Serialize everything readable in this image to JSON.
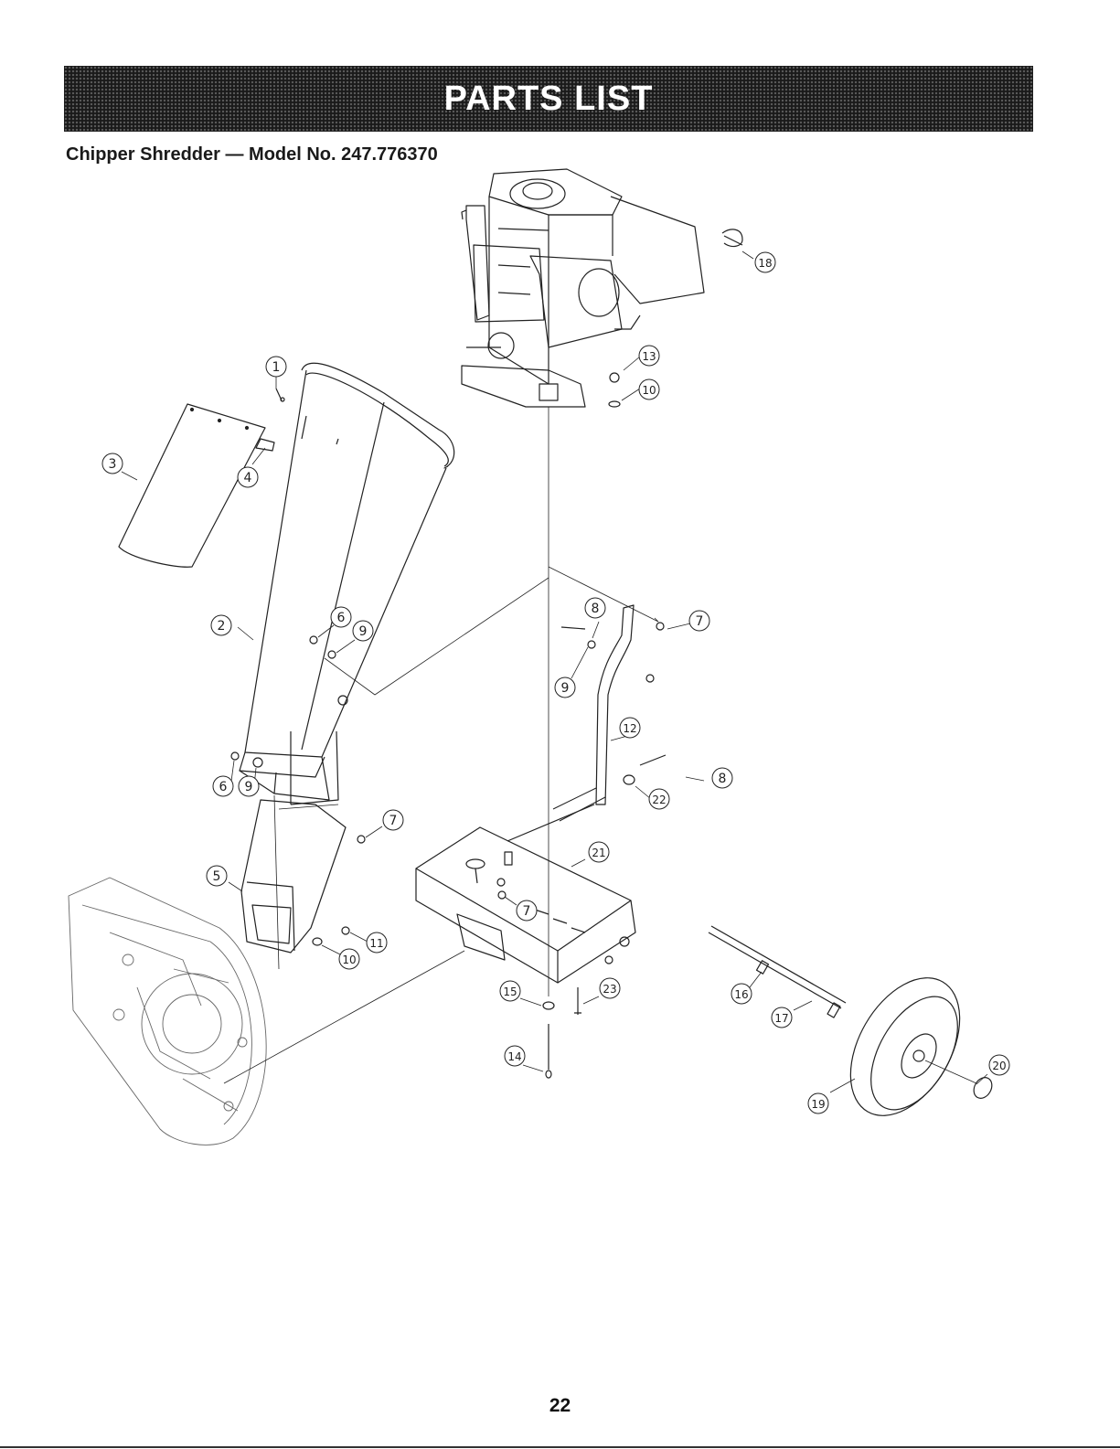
{
  "banner": {
    "title": "PARTS LIST"
  },
  "subtitle": "Chipper Shredder — Model No. 247.776370",
  "callouts": {
    "c1": "1",
    "c2": "2",
    "c3": "3",
    "c4": "4",
    "c5": "5",
    "c6a": "6",
    "c6b": "6",
    "c7a": "7",
    "c7b": "7",
    "c7c": "7",
    "c8a": "8",
    "c8b": "8",
    "c9a": "9",
    "c9b": "9",
    "c9c": "9",
    "c10a": "10",
    "c10b": "10",
    "c11": "11",
    "c12": "12",
    "c13": "13",
    "c14": "14",
    "c15": "15",
    "c16": "16",
    "c17": "17",
    "c18": "18",
    "c19": "19",
    "c20": "20",
    "c21": "21",
    "c22": "22",
    "c23": "23"
  },
  "page_number": "22"
}
